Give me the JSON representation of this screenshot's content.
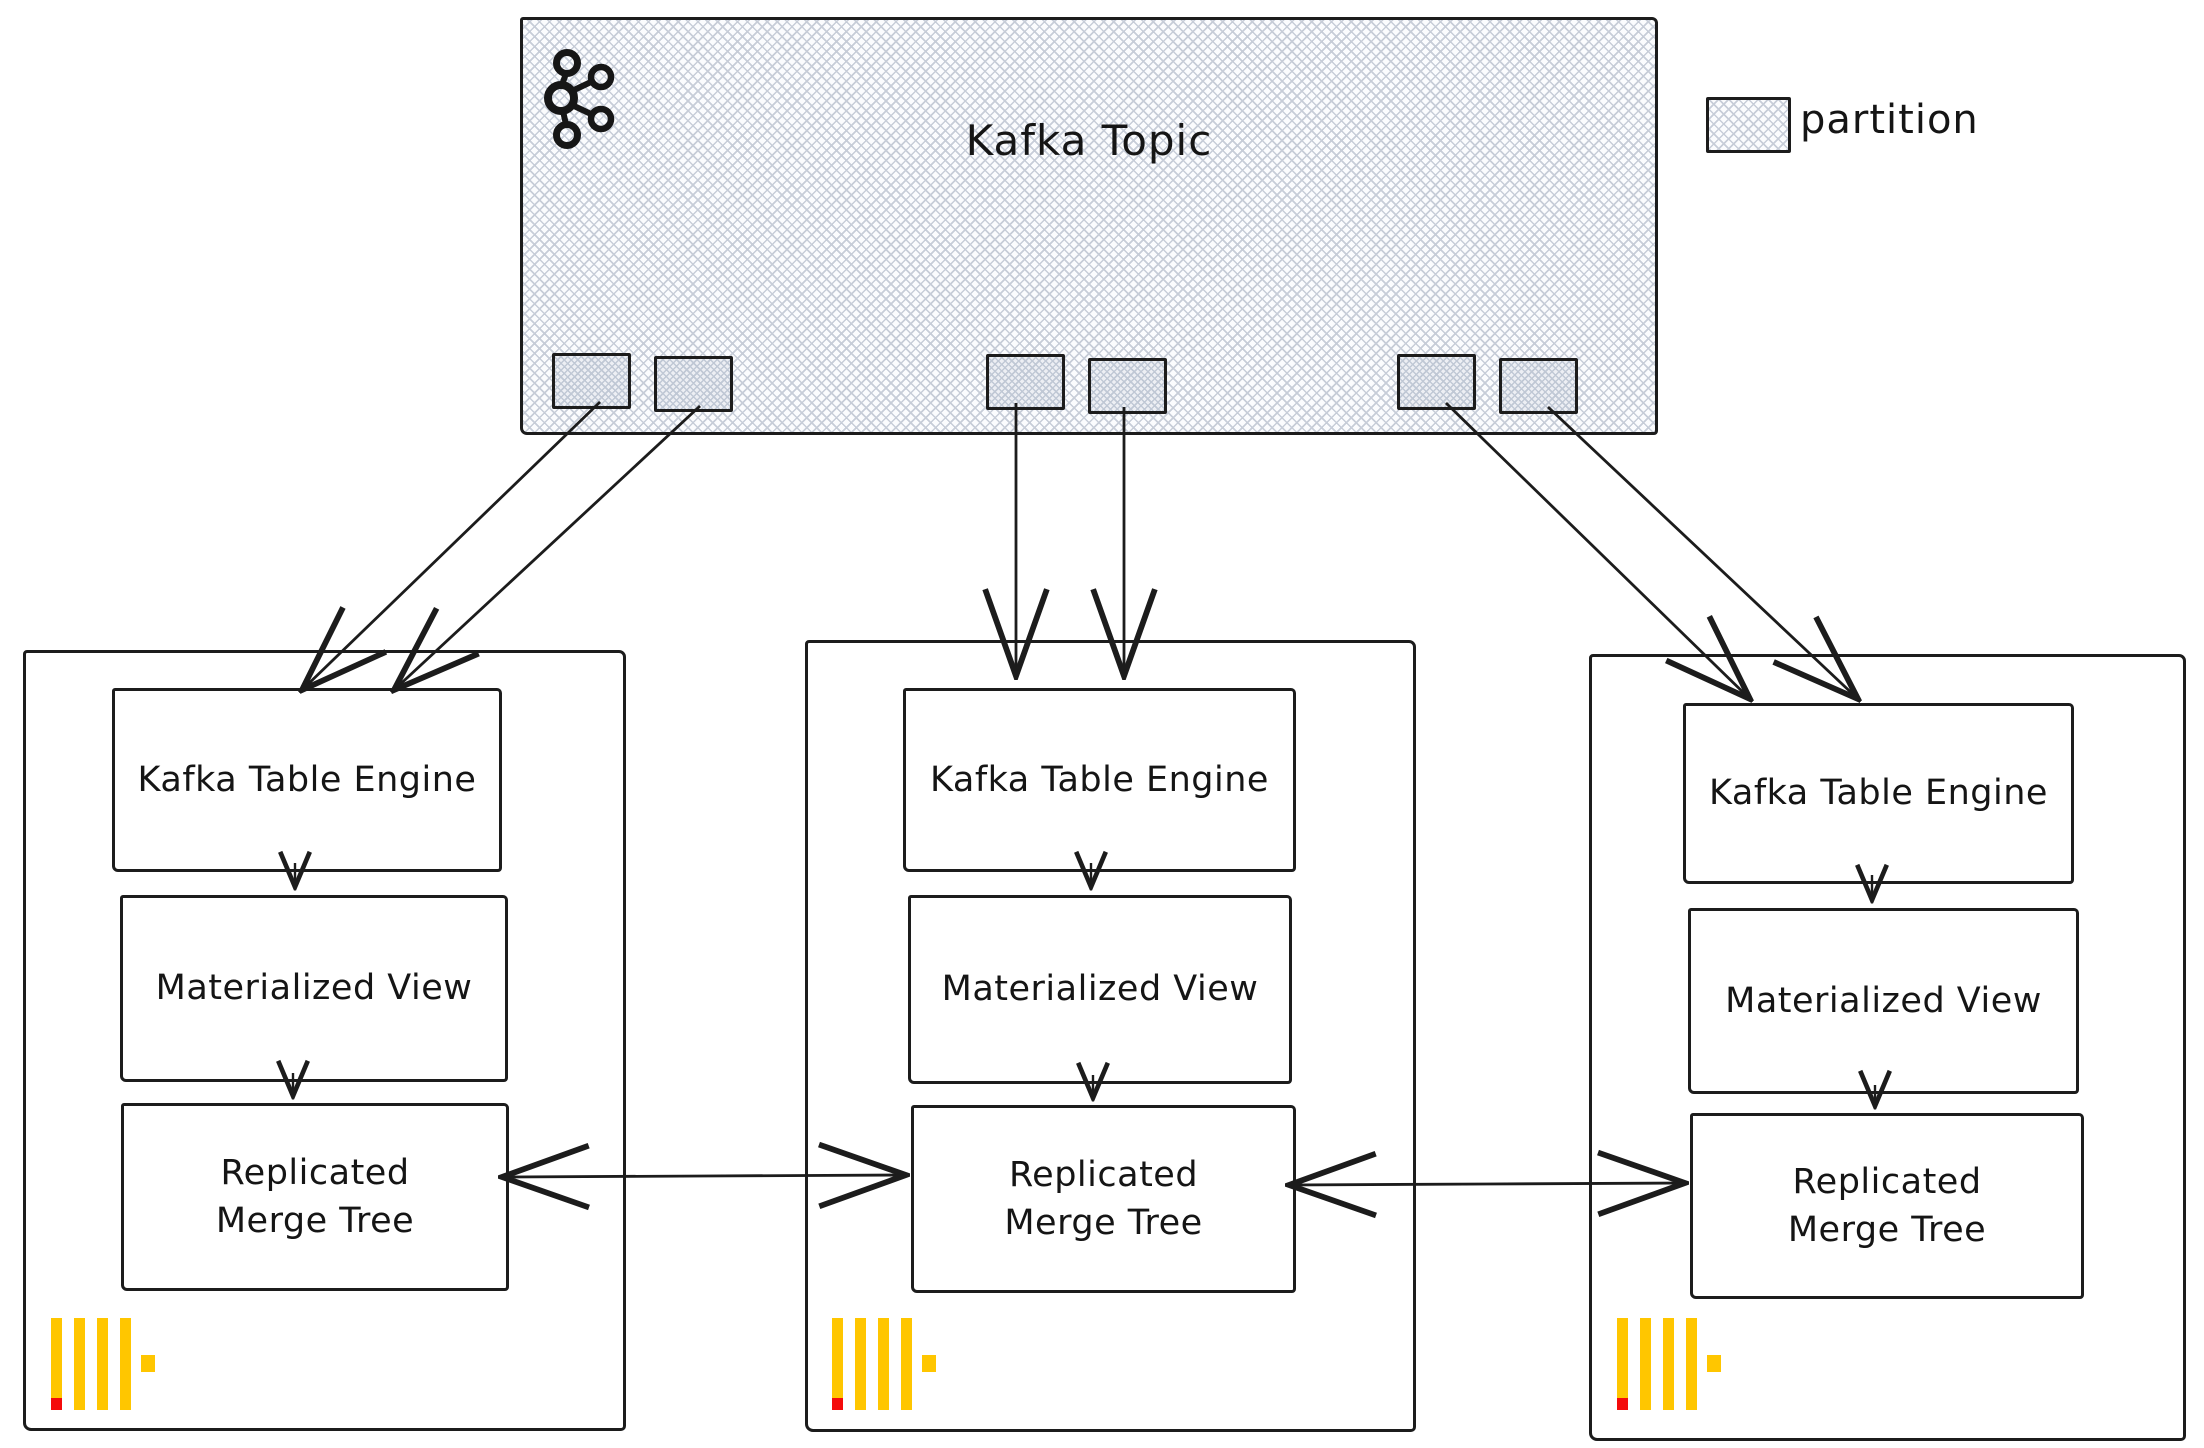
{
  "topic": {
    "title": "Kafka Topic",
    "partition_count": 6
  },
  "legend": {
    "label": "partition"
  },
  "node_labels": {
    "kafka_table_engine": "Kafka Table Engine",
    "materialized_view": "Materialized View",
    "replicated_merge_tree": [
      "Replicated",
      "Merge Tree"
    ]
  },
  "icons": {
    "kafka": "kafka-logo",
    "clickhouse": "clickhouse-logo"
  },
  "colors": {
    "ink": "#1c1c1c",
    "hatch_line": "#c7cdd8",
    "clickhouse_yellow": "#ffc600",
    "clickhouse_red": "#f40b0b"
  }
}
